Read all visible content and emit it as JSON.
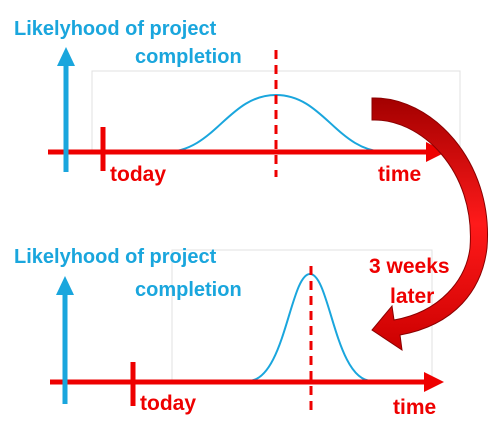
{
  "colors": {
    "axis_red": "#ee0000",
    "axis_blue": "#1aa6dd",
    "curve": "#1aa6dd",
    "frame": "#e0e0e0",
    "arrow_dark": "#a30000",
    "arrow_light": "#ff1a1a"
  },
  "top_panel": {
    "y_label_line1": "Likelyhood of project",
    "y_label_line2": "completion",
    "today_label": "today",
    "time_label": "time"
  },
  "bottom_panel": {
    "y_label_line1": "Likelyhood of project",
    "y_label_line2": "completion",
    "today_label": "today",
    "time_label": "time"
  },
  "transition": {
    "label_line1": "3 weeks",
    "label_line2": "later",
    "arrow_icon": "curved-arrow-icon"
  }
}
